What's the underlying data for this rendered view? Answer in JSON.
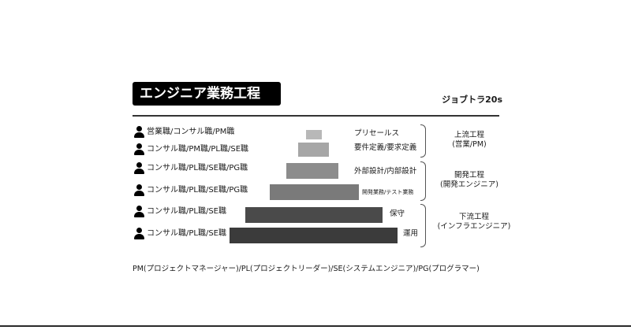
{
  "title": "エンジニア業務工程",
  "brand": "ジョブトラ20s",
  "roles": [
    "営業職/コンサル職/PM職",
    "コンサル職/PM職/PL職/SE職",
    "コンサル職/PL職/SE職/PG職",
    "コンサル職/PL職/SE職/PG職",
    "コンサル職/PL職/SE職",
    "コンサル職/PL職/SE職"
  ],
  "tasks": [
    "プリセールス",
    "要件定義/要求定義",
    "外部設計/内部設計",
    "開発業務/テスト業務",
    "保守",
    "運用"
  ],
  "phases": [
    {
      "line1": "上流工程",
      "line2": "(営業/PM)"
    },
    {
      "line1": "開発工程",
      "line2": "(開発エンジニア)"
    },
    {
      "line1": "下流工程",
      "line2": "(インフラエンジニア)"
    }
  ],
  "footer": "PM(プロジェクトマネージャー)/PL(プロジェクトリーダー)/SE(システムエンジニア)/PG(プログラマー)",
  "colors": {
    "title_bg": "#000000",
    "tiers": [
      "#b8b8b8",
      "#a6a6a6",
      "#8c8c8c",
      "#7a7a7a",
      "#4a4a4a",
      "#3b3b3b"
    ]
  }
}
